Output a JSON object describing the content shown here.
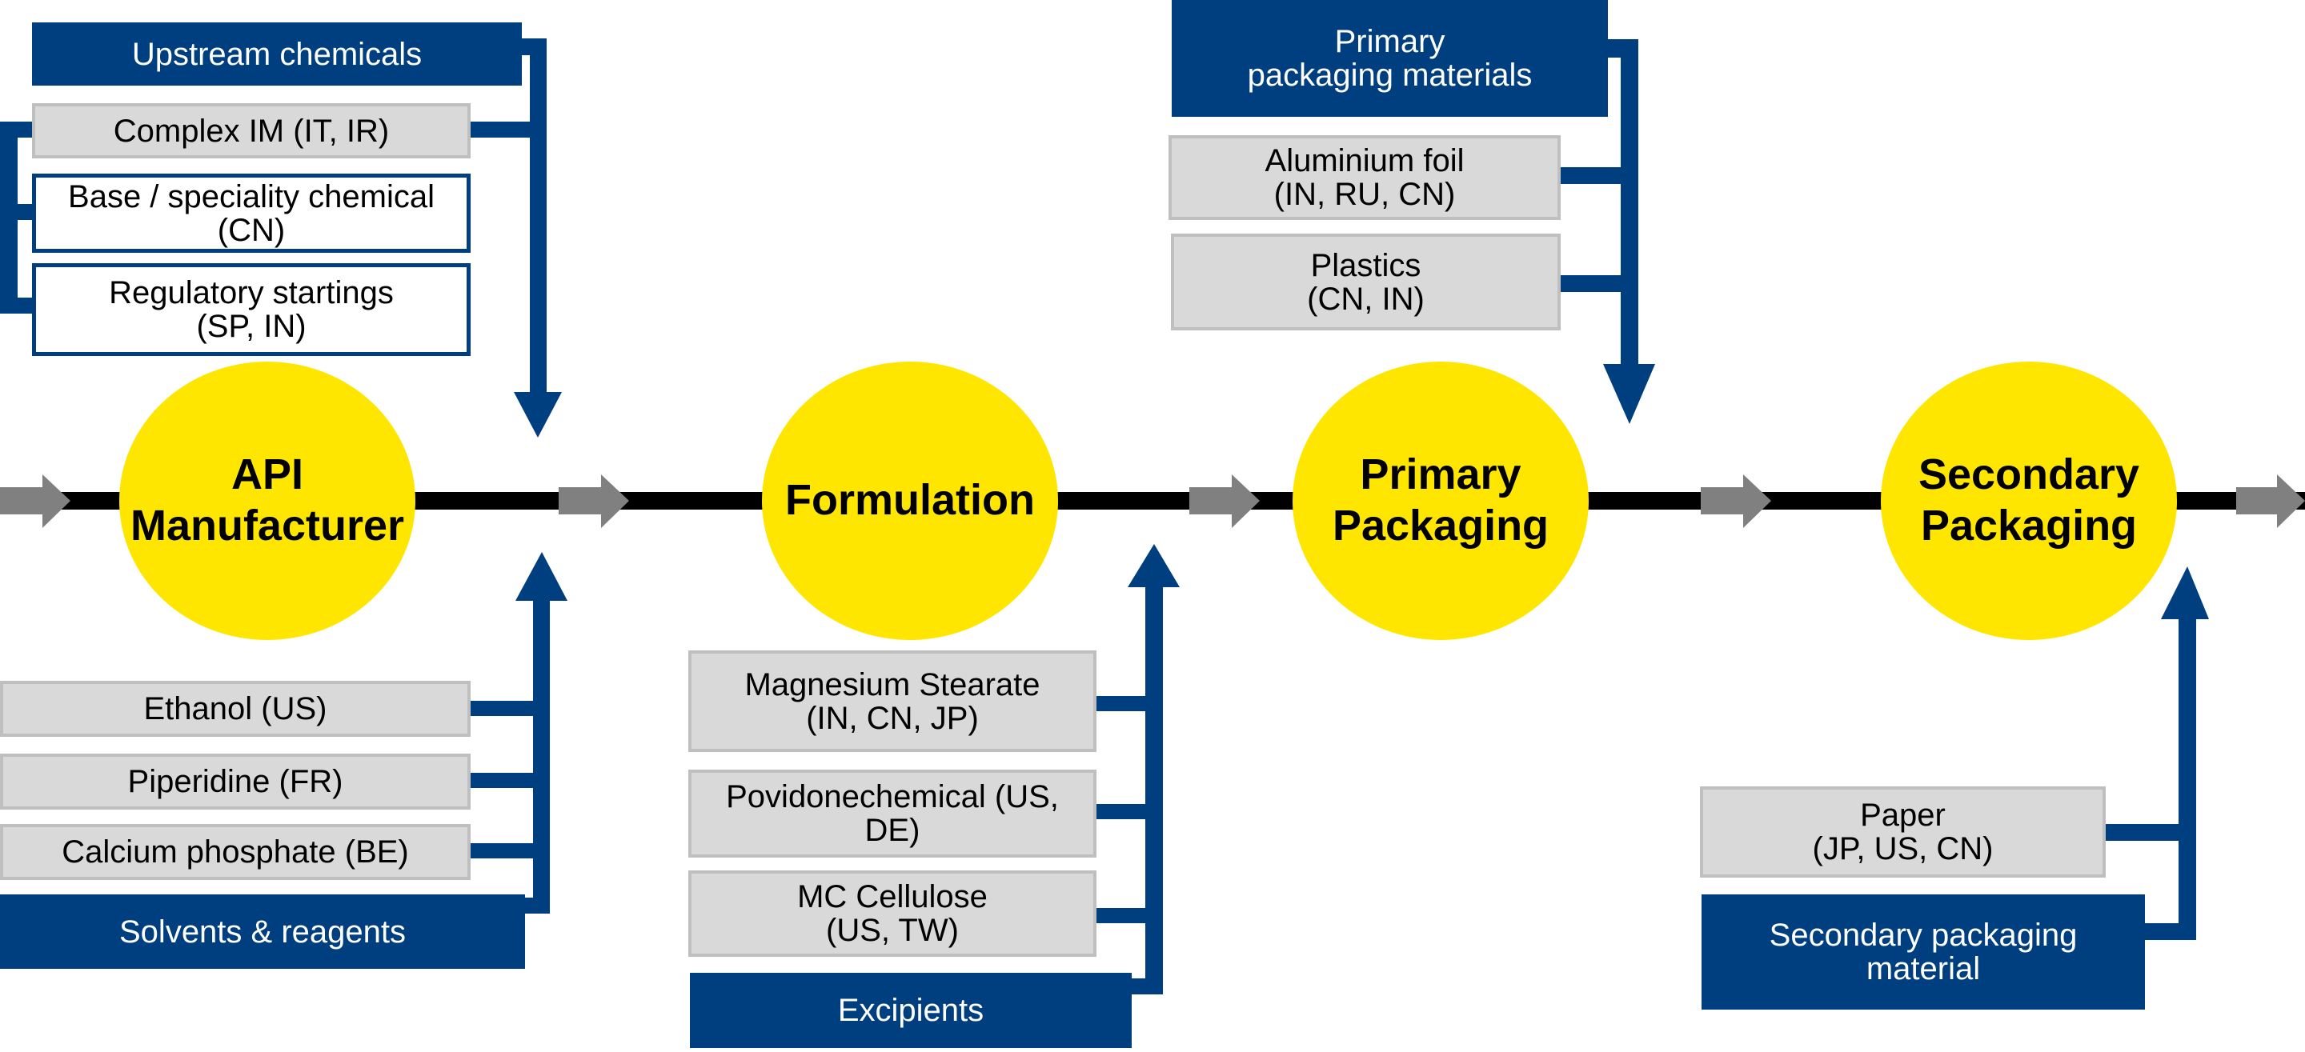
{
  "colors": {
    "stage_fill": "#ffe600",
    "category_fill": "#003f7f",
    "item_fill": "#d9d9d9",
    "item_border": "#bfbfbf",
    "flow_line": "#000000",
    "flow_arrow": "#808080"
  },
  "stages": [
    {
      "label": "API\nManufacturer"
    },
    {
      "label": "Formulation"
    },
    {
      "label": "Primary\nPackaging"
    },
    {
      "label": "Secondary\nPackaging"
    }
  ],
  "upstream": {
    "category": "Upstream chemicals",
    "items": [
      {
        "label": "Complex IM (IT, IR)"
      },
      {
        "label": "Base / speciality chemical\n(CN)"
      },
      {
        "label": "Regulatory startings\n(SP, IN)"
      }
    ]
  },
  "solvents": {
    "category": "Solvents & reagents",
    "items": [
      {
        "label": "Ethanol (US)"
      },
      {
        "label": "Piperidine (FR)"
      },
      {
        "label": "Calcium phosphate (BE)"
      }
    ]
  },
  "excipients": {
    "category": "Excipients",
    "items": [
      {
        "label": "Magnesium Stearate\n(IN, CN, JP)"
      },
      {
        "label": "Povidonechemical (US,\nDE)"
      },
      {
        "label": "MC Cellulose\n(US, TW)"
      }
    ]
  },
  "primary_materials": {
    "category": "Primary\npackaging materials",
    "items": [
      {
        "label": "Aluminium foil\n(IN, RU, CN)"
      },
      {
        "label": "Plastics\n(CN, IN)"
      }
    ]
  },
  "secondary_materials": {
    "category": "Secondary packaging\nmaterial",
    "items": [
      {
        "label": "Paper\n(JP, US, CN)"
      }
    ]
  }
}
